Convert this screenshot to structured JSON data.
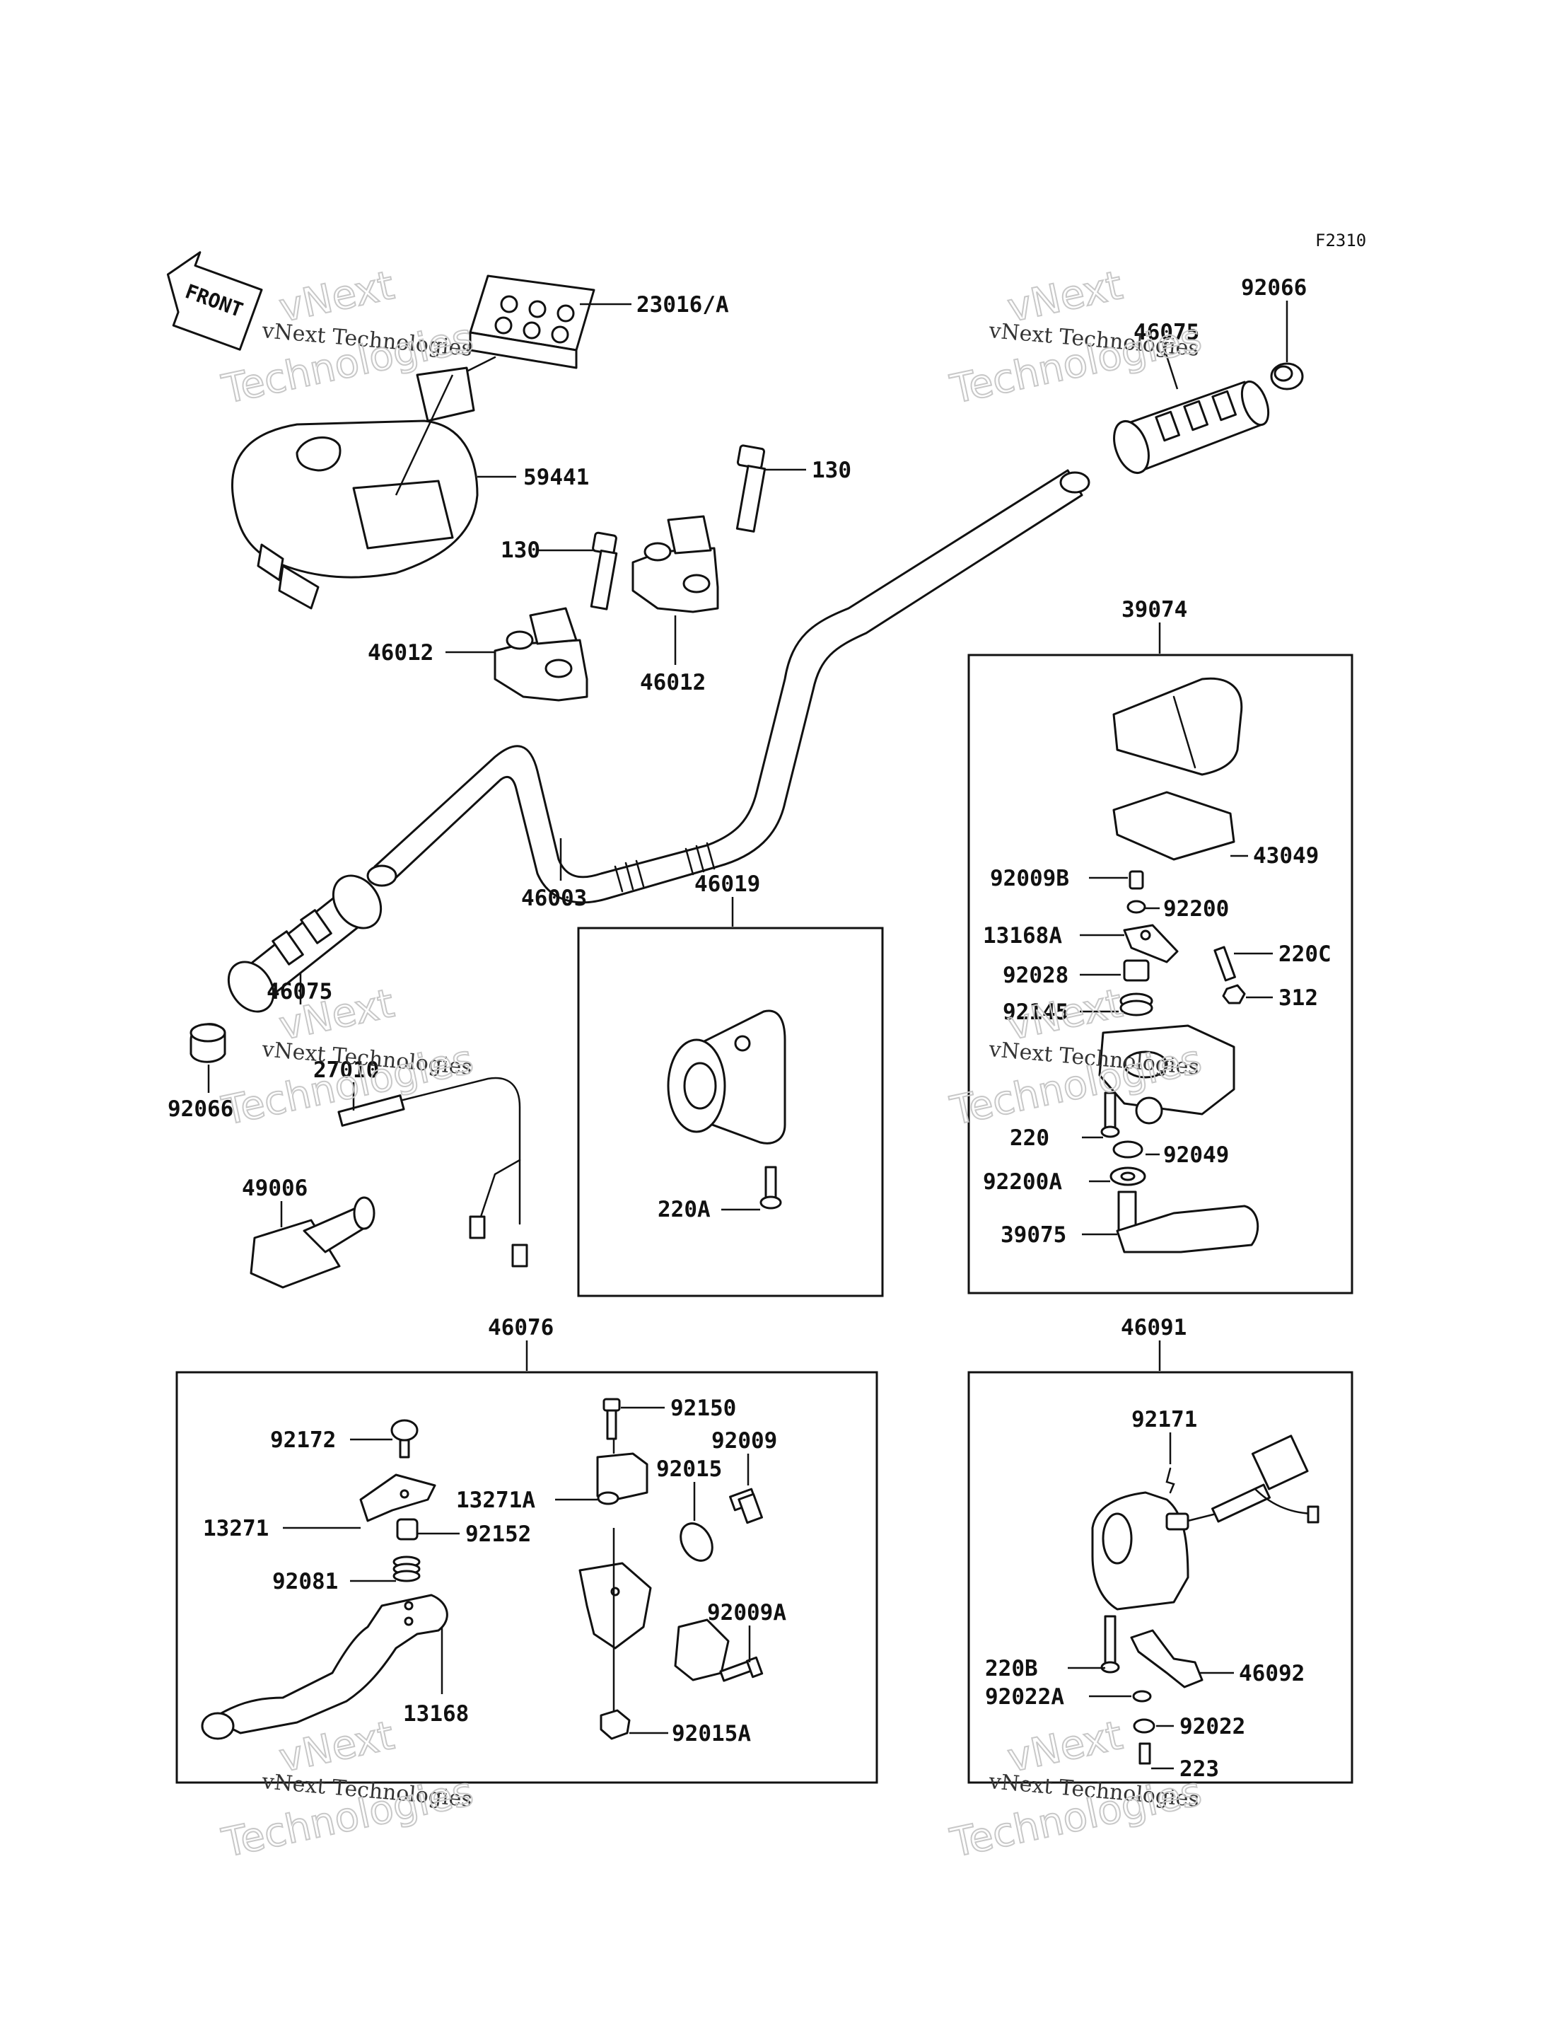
{
  "figure_code": "F2310",
  "front_label": "FRONT",
  "watermark": {
    "line1": "vNext Technologies",
    "line2a": "vNext",
    "line2b": "Technologies"
  },
  "parts": {
    "p23016": "23016/A",
    "p59441": "59441",
    "p130a": "130",
    "p130b": "130",
    "p46012a": "46012",
    "p46012b": "46012",
    "p46003": "46003",
    "p46075a": "46075",
    "p92066a": "92066",
    "p46075b": "46075",
    "p92066b": "92066",
    "p27010": "27010",
    "p49006": "49006",
    "p46019": "46019",
    "p220A": "220A",
    "p39074": "39074",
    "p43049": "43049",
    "p92009B": "92009B",
    "p92200": "92200",
    "p13168A": "13168A",
    "p220C": "220C",
    "p92028": "92028",
    "p312": "312",
    "p92145": "92145",
    "p220": "220",
    "p92049": "92049",
    "p92200A": "92200A",
    "p39075": "39075",
    "p46076": "46076",
    "p92150": "92150",
    "p92009": "92009",
    "p92172": "92172",
    "p92015": "92015",
    "p13271A": "13271A",
    "p13271": "13271",
    "p92152": "92152",
    "p92081": "92081",
    "p92009A": "92009A",
    "p13168": "13168",
    "p92015A": "92015A",
    "p46091": "46091",
    "p92171": "92171",
    "p220B": "220B",
    "p46092": "46092",
    "p92022A": "92022A",
    "p92022": "92022",
    "p223": "223"
  }
}
